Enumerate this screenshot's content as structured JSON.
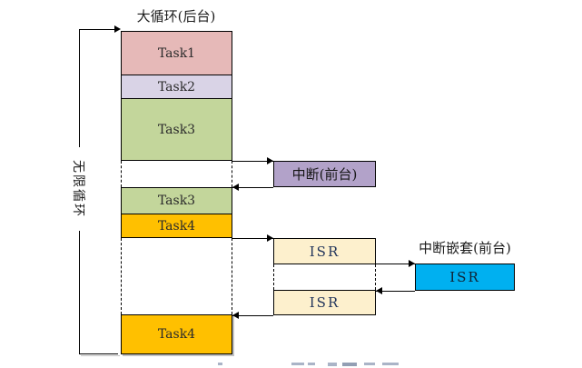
{
  "labels": {
    "title": "大循环(后台)",
    "infinite_loop": "无限循环",
    "interrupt": "中断(前台)",
    "nested_interrupt": "中断嵌套(前台)",
    "isr1": "ISR",
    "isr2": "ISR",
    "isr_nested": "ISR"
  },
  "tasks": [
    {
      "label": "Task1"
    },
    {
      "label": "Task2"
    },
    {
      "label": "Task3"
    },
    {
      "label": "Task3"
    },
    {
      "label": "Task4"
    },
    {
      "label": "Task4"
    }
  ],
  "colors": {
    "task1": "#e6b9b8",
    "task2": "#d9d3e6",
    "task3": "#c3d69b",
    "task4": "#ffc000",
    "interrupt": "#b2a2c9",
    "isr": "#fdf0cd",
    "isr_nested": "#00b0f0",
    "line": "#000000"
  }
}
